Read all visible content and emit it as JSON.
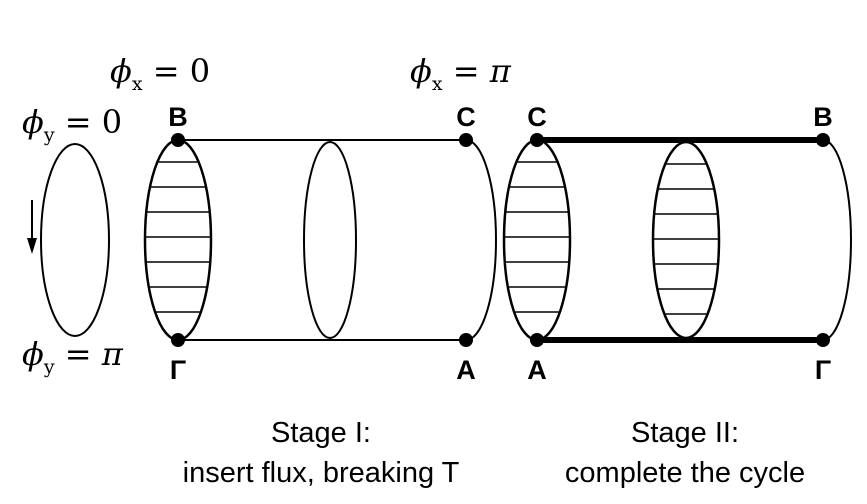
{
  "labels": {
    "phi_x_left": {
      "symbol": "ϕ",
      "sub": "x",
      "eq": " = 0"
    },
    "phi_x_right": {
      "symbol": "ϕ",
      "sub": "x",
      "eq": " = ",
      "value": "π"
    },
    "phi_y_top": {
      "symbol": "ϕ",
      "sub": "y",
      "eq": " = 0"
    },
    "phi_y_bottom": {
      "symbol": "ϕ",
      "sub": "y",
      "eq": " = ",
      "value": "π"
    }
  },
  "points": {
    "stage1": {
      "top_left": "B",
      "top_right": "C",
      "bottom_left": "Γ",
      "bottom_right": "A"
    },
    "stage2": {
      "top_left": "C",
      "top_right": "B",
      "bottom_left": "A",
      "bottom_right": "Γ"
    }
  },
  "captions": {
    "stage1": {
      "line1": "Stage I:",
      "line2": "insert flux, breaking T"
    },
    "stage2": {
      "line1": "Stage II:",
      "line2": "complete the cycle"
    }
  }
}
